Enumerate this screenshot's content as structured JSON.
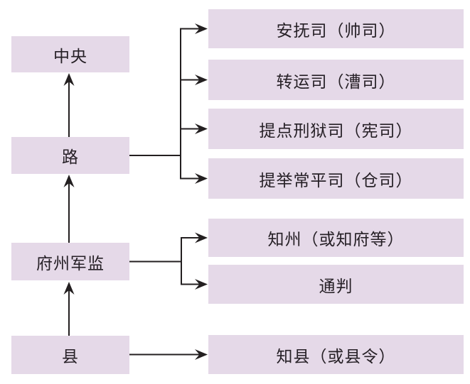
{
  "colors": {
    "background": "#ffffff",
    "box_fill": "#e5d9e8",
    "text": "#262026",
    "line": "#231f20"
  },
  "hierarchy_levels": [
    {
      "label": "中央"
    },
    {
      "label": "路"
    },
    {
      "label": "府州军监"
    },
    {
      "label": "县"
    }
  ],
  "offices": [
    {
      "label": "安抚司（帅司）",
      "reports_to": "路"
    },
    {
      "label": "转运司（漕司）",
      "reports_to": "路"
    },
    {
      "label": "提点刑狱司（宪司）",
      "reports_to": "路"
    },
    {
      "label": "提举常平司（仓司）",
      "reports_to": "路"
    },
    {
      "label": "知州（或知府等）",
      "reports_to": "府州军监"
    },
    {
      "label": "通判",
      "reports_to": "府州军监"
    },
    {
      "label": "知县（或县令）",
      "reports_to": "县"
    }
  ],
  "upward_links": [
    {
      "from": "路",
      "to": "中央"
    },
    {
      "from": "府州军监",
      "to": "路"
    },
    {
      "from": "县",
      "to": "府州军监"
    }
  ]
}
